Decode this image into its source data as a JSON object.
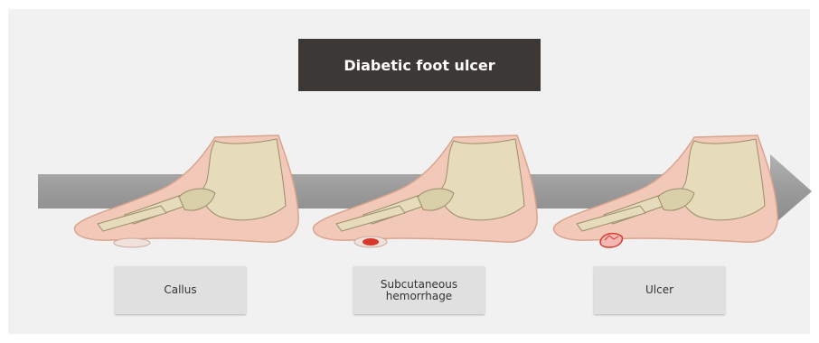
{
  "title": "Diabetic foot ulcer",
  "stages": [
    {
      "label": "Callus",
      "lesion": "callus"
    },
    {
      "label": "Subcutaneous\nhemorrhage",
      "lesion": "hemorrhage"
    },
    {
      "label": "Ulcer",
      "lesion": "ulcer"
    }
  ],
  "colors": {
    "background": "#f1f1f1",
    "title_bg": "#3b3836",
    "arrow": "#9a9a9a",
    "label_bg": "#e0e0e0",
    "skin": "#f2c9b8",
    "bone": "#e6dcbc",
    "lesion_red": "#d8382c"
  }
}
